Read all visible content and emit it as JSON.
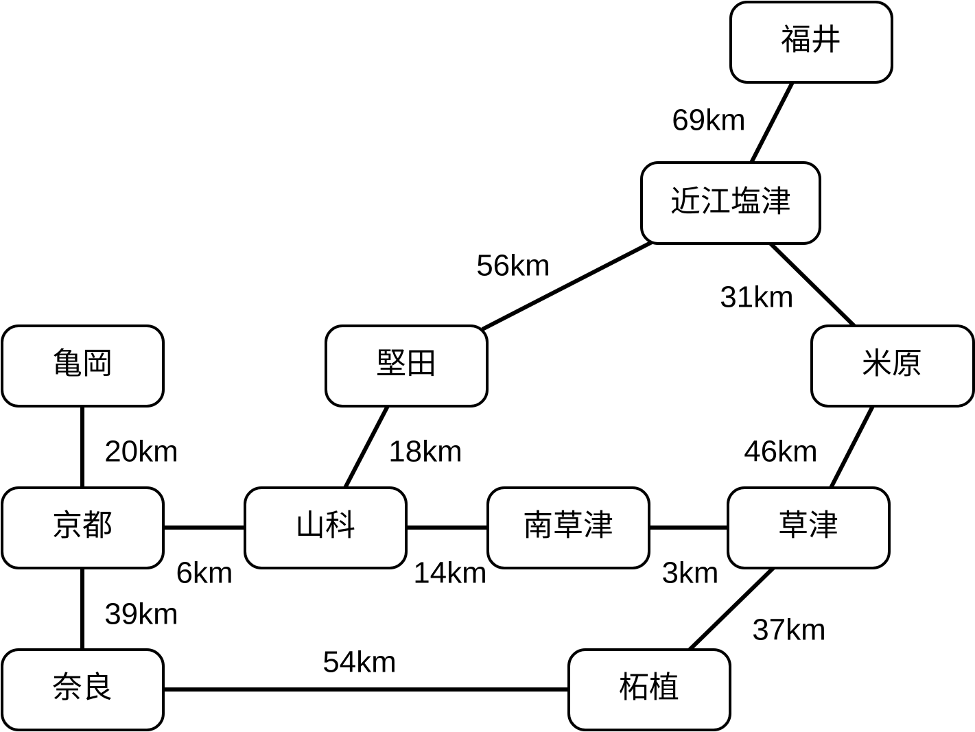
{
  "stations": [
    "福井",
    "近江塩津",
    "堅田",
    "米原",
    "亀岡",
    "京都",
    "山科",
    "南草津",
    "草津",
    "奈良",
    "柘植"
  ],
  "routes": [
    {
      "from": "福井",
      "to": "近江塩津",
      "distance": "69km"
    },
    {
      "from": "近江塩津",
      "to": "堅田",
      "distance": "56km"
    },
    {
      "from": "近江塩津",
      "to": "米原",
      "distance": "31km"
    },
    {
      "from": "亀岡",
      "to": "京都",
      "distance": "20km"
    },
    {
      "from": "堅田",
      "to": "山科",
      "distance": "18km"
    },
    {
      "from": "米原",
      "to": "草津",
      "distance": "46km"
    },
    {
      "from": "京都",
      "to": "山科",
      "distance": "6km"
    },
    {
      "from": "山科",
      "to": "南草津",
      "distance": "14km"
    },
    {
      "from": "南草津",
      "to": "草津",
      "distance": "3km"
    },
    {
      "from": "京都",
      "to": "奈良",
      "distance": "39km"
    },
    {
      "from": "奈良",
      "to": "柘植",
      "distance": "54km"
    },
    {
      "from": "草津",
      "to": "柘植",
      "distance": "37km"
    }
  ]
}
